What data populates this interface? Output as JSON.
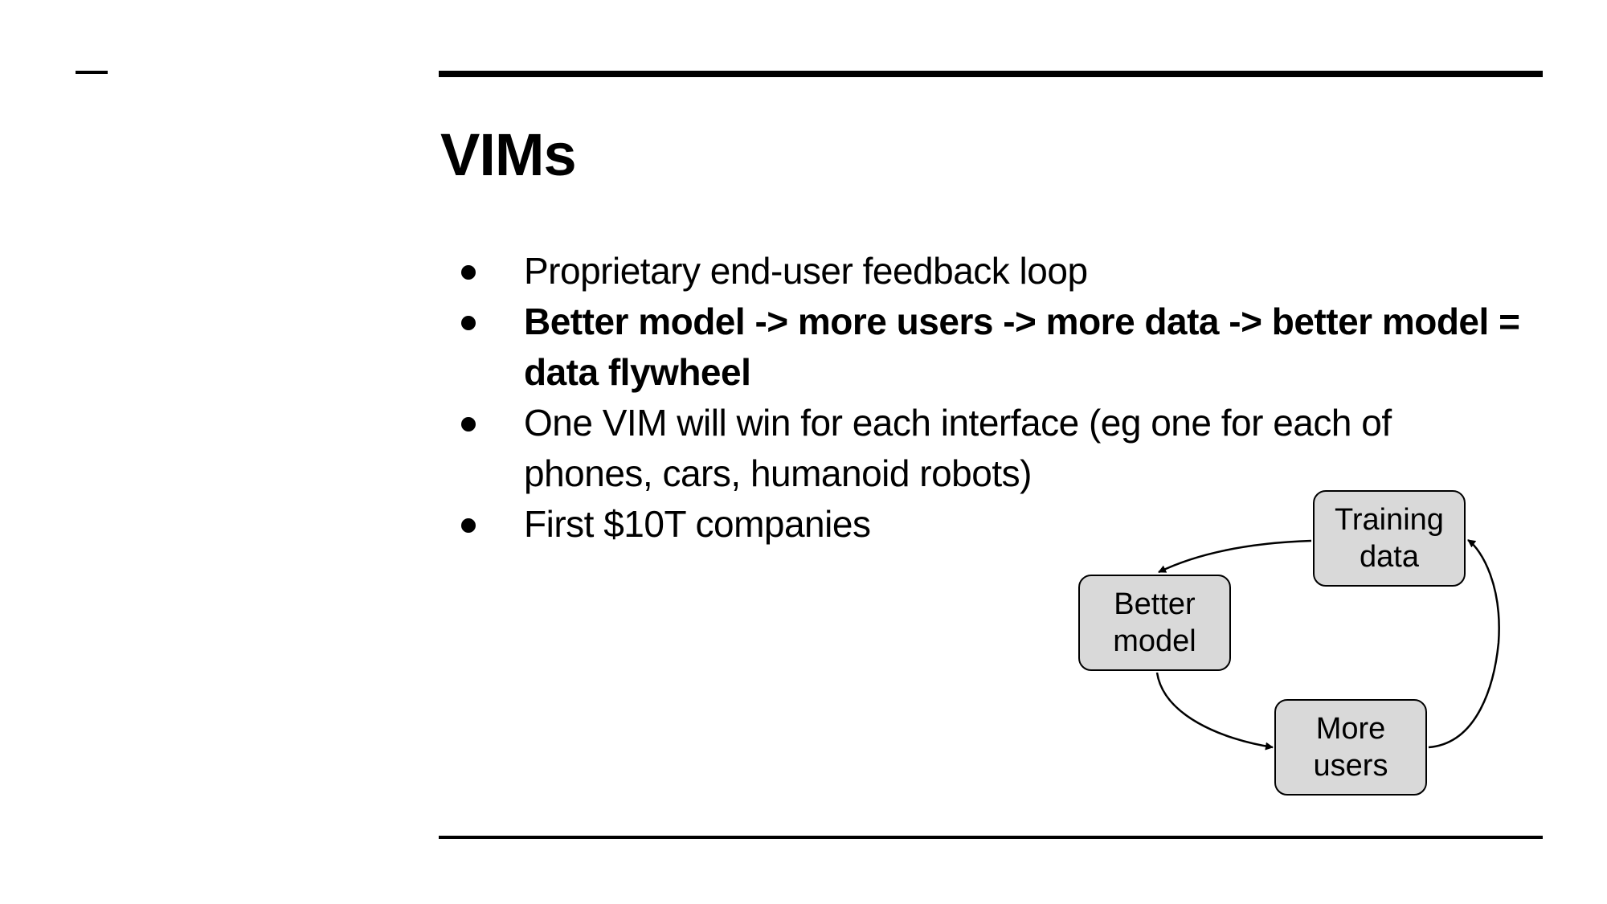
{
  "slide": {
    "title": "VIMs",
    "bullets": [
      {
        "text": "Proprietary end-user feedback loop",
        "bold": false
      },
      {
        "text": "Better model -> more users -> more data -> better model = data flywheel",
        "bold": true
      },
      {
        "text": "One VIM will win for each interface (eg one for each of phones, cars, humanoid robots)",
        "bold": false
      },
      {
        "text": "First $10T companies",
        "bold": false
      }
    ]
  },
  "diagram": {
    "nodes": {
      "training_data": {
        "line1": "Training",
        "line2": "data"
      },
      "better_model": {
        "line1": "Better",
        "line2": "model"
      },
      "more_users": {
        "line1": "More",
        "line2": "users"
      }
    },
    "node_fill": "#d9d9d9"
  }
}
